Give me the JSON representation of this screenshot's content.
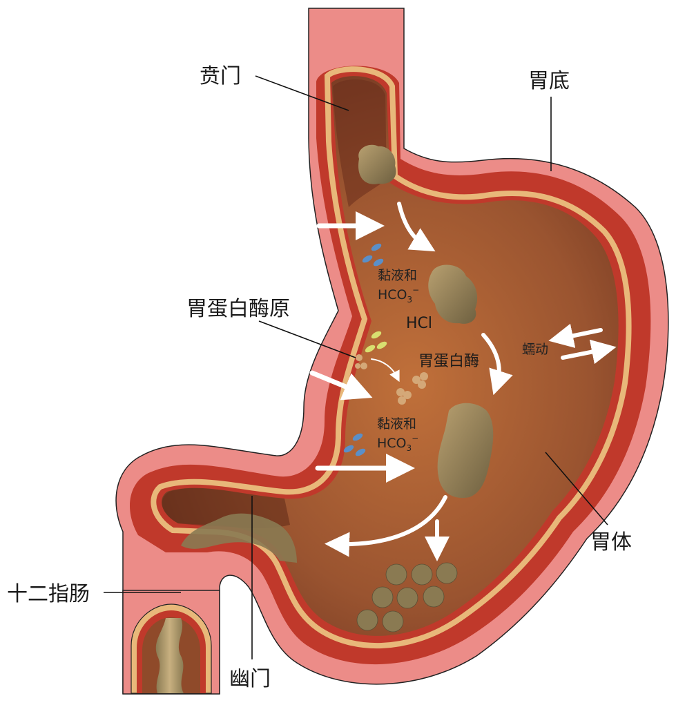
{
  "labels": {
    "cardia": "贲门",
    "fundus": "胃底",
    "pepsinogen": "胃蛋白酶原",
    "body": "胃体",
    "duodenum": "十二指肠",
    "pylorus": "幽门"
  },
  "inner_labels": {
    "mucus_1": "黏液和",
    "hco3_1": "HCO",
    "hcl": "HCl",
    "pepsin": "胃蛋白酶",
    "peristalsis": "蠕动",
    "mucus_2": "黏液和",
    "hco3_2": "HCO"
  },
  "chem": {
    "subscript": "3",
    "superscript": "−"
  },
  "colors": {
    "outer_pink": "#ec8c88",
    "muscle_red": "#c0392b",
    "mucosa_tan": "#e8b87a",
    "lumen_brown": "#8f4a2a",
    "food": "#8a7a52",
    "mucus_blue": "#5a8fc8",
    "acid_yellow": "#d8e070"
  }
}
